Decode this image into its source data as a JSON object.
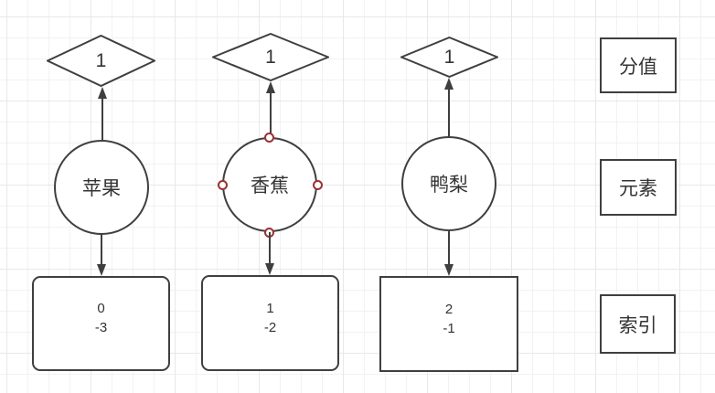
{
  "diagram": {
    "columns": [
      {
        "score": "1",
        "element": "苹果",
        "index_line1": "0",
        "index_line2": "-3"
      },
      {
        "score": "1",
        "element": "香蕉",
        "index_line1": "1",
        "index_line2": "-2"
      },
      {
        "score": "1",
        "element": "鸭梨",
        "index_line1": "2",
        "index_line2": "-1"
      }
    ],
    "legend": {
      "score_label": "分值",
      "element_label": "元素",
      "index_label": "索引"
    },
    "colors": {
      "stroke": "#3f3f3f",
      "text": "#333333",
      "handle": "#9a3233",
      "grid_minor": "#f2f2f2",
      "grid_major": "#e8e8e8",
      "fill": "#ffffff"
    }
  }
}
